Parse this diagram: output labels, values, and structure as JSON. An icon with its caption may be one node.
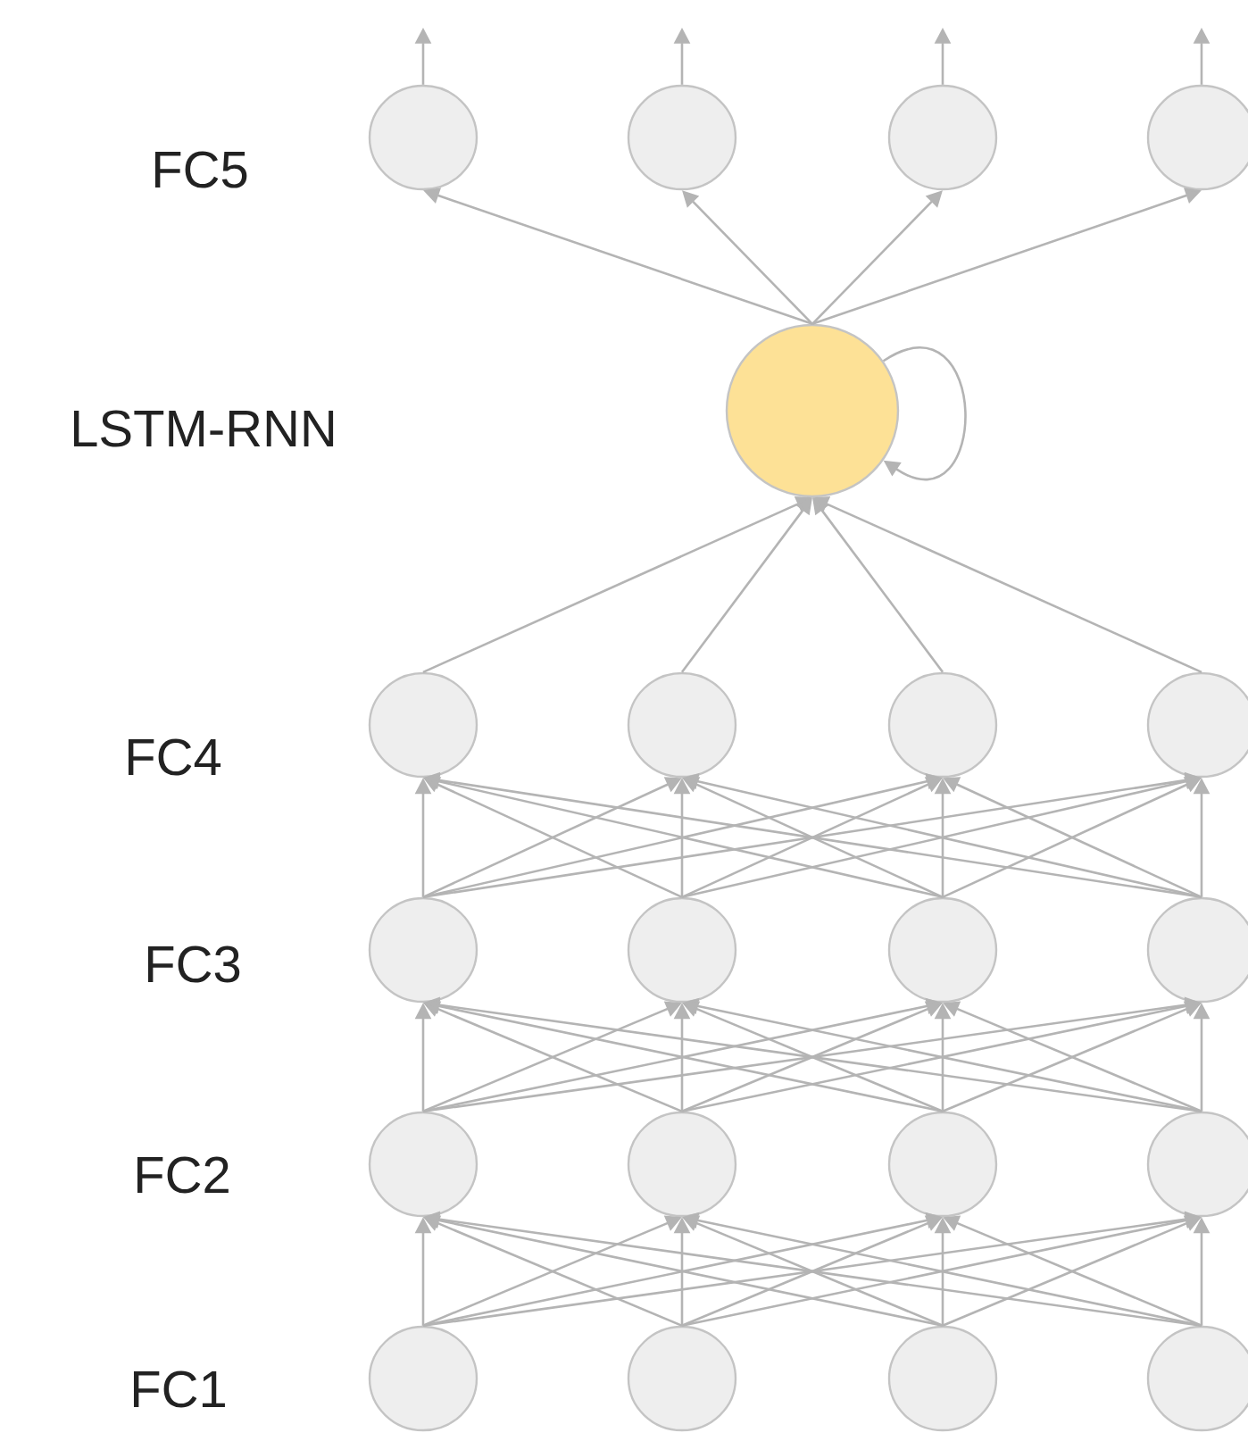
{
  "diagram": {
    "nodes": [
      {
        "text": [],
        "shape": "circle"
      },
      {
        "text": [],
        "shape": "circle"
      },
      {
        "text": [],
        "shape": "circle"
      },
      {
        "text": [],
        "shape": "circle"
      },
      {
        "text": [],
        "shape": "circle"
      },
      {
        "text": [],
        "shape": "circle"
      },
      {
        "text": [],
        "shape": "circle"
      },
      {
        "text": [],
        "shape": "circle"
      },
      {
        "text": [],
        "shape": "circle"
      },
      {
        "text": [],
        "shape": "circle"
      },
      {
        "text": [],
        "shape": "circle"
      },
      {
        "text": [],
        "shape": "circle"
      },
      {
        "text": [],
        "shape": "circle"
      },
      {
        "text": [],
        "shape": "circle"
      },
      {
        "text": [],
        "shape": "circle"
      },
      {
        "text": [],
        "shape": "circle"
      },
      {
        "text": [],
        "shape": "circle"
      },
      {
        "text": [],
        "shape": "circle"
      },
      {
        "text": [],
        "shape": "circle"
      },
      {
        "text": [],
        "shape": "circle"
      },
      {
        "text": [],
        "shape": "circle"
      }
    ],
    "edges": [
      {
        "from": 17,
        "to": 13,
        "arrow": "to"
      },
      {
        "from": 17,
        "to": 14,
        "arrow": "to"
      },
      {
        "from": 17,
        "to": 15,
        "arrow": "to"
      },
      {
        "from": 17,
        "to": 16,
        "arrow": "to"
      },
      {
        "from": 18,
        "to": 13,
        "arrow": "to"
      },
      {
        "from": 18,
        "to": 14,
        "arrow": "to"
      },
      {
        "from": 18,
        "to": 15,
        "arrow": "to"
      },
      {
        "from": 18,
        "to": 16,
        "arrow": "to"
      },
      {
        "from": 19,
        "to": 13,
        "arrow": "to"
      },
      {
        "from": 19,
        "to": 14,
        "arrow": "to"
      },
      {
        "from": 19,
        "to": 15,
        "arrow": "to"
      },
      {
        "from": 19,
        "to": 16,
        "arrow": "to"
      },
      {
        "from": 20,
        "to": 13,
        "arrow": "to"
      },
      {
        "from": 20,
        "to": 14,
        "arrow": "to"
      },
      {
        "from": 20,
        "to": 15,
        "arrow": "to"
      },
      {
        "from": 20,
        "to": 16,
        "arrow": "to"
      },
      {
        "from": 13,
        "to": 9,
        "arrow": "to"
      },
      {
        "from": 13,
        "to": 10,
        "arrow": "to"
      },
      {
        "from": 13,
        "to": 11,
        "arrow": "to"
      },
      {
        "from": 13,
        "to": 12,
        "arrow": "to"
      },
      {
        "from": 14,
        "to": 9,
        "arrow": "to"
      },
      {
        "from": 14,
        "to": 10,
        "arrow": "to"
      },
      {
        "from": 14,
        "to": 11,
        "arrow": "to"
      },
      {
        "from": 14,
        "to": 12,
        "arrow": "to"
      },
      {
        "from": 15,
        "to": 9,
        "arrow": "to"
      },
      {
        "from": 15,
        "to": 10,
        "arrow": "to"
      },
      {
        "from": 15,
        "to": 11,
        "arrow": "to"
      },
      {
        "from": 15,
        "to": 12,
        "arrow": "to"
      },
      {
        "from": 16,
        "to": 9,
        "arrow": "to"
      },
      {
        "from": 16,
        "to": 10,
        "arrow": "to"
      },
      {
        "from": 16,
        "to": 11,
        "arrow": "to"
      },
      {
        "from": 16,
        "to": 12,
        "arrow": "to"
      },
      {
        "from": 9,
        "to": 5,
        "arrow": "to"
      },
      {
        "from": 9,
        "to": 6,
        "arrow": "to"
      },
      {
        "from": 9,
        "to": 7,
        "arrow": "to"
      },
      {
        "from": 9,
        "to": 8,
        "arrow": "to"
      },
      {
        "from": 10,
        "to": 5,
        "arrow": "to"
      },
      {
        "from": 10,
        "to": 6,
        "arrow": "to"
      },
      {
        "from": 10,
        "to": 7,
        "arrow": "to"
      },
      {
        "from": 10,
        "to": 8,
        "arrow": "to"
      },
      {
        "from": 11,
        "to": 5,
        "arrow": "to"
      },
      {
        "from": 11,
        "to": 6,
        "arrow": "to"
      },
      {
        "from": 11,
        "to": 7,
        "arrow": "to"
      },
      {
        "from": 11,
        "to": 8,
        "arrow": "to"
      },
      {
        "from": 12,
        "to": 5,
        "arrow": "to"
      },
      {
        "from": 12,
        "to": 6,
        "arrow": "to"
      },
      {
        "from": 12,
        "to": 7,
        "arrow": "to"
      },
      {
        "from": 12,
        "to": 8,
        "arrow": "to"
      },
      {
        "from": 5,
        "to": 4,
        "arrow": "to"
      },
      {
        "from": 6,
        "to": 4,
        "arrow": "to"
      },
      {
        "from": 7,
        "to": 4,
        "arrow": "to"
      },
      {
        "from": 8,
        "to": 4,
        "arrow": "to"
      },
      {
        "from": 4,
        "to": 4,
        "arrow": "to"
      },
      {
        "from": 4,
        "to": 0,
        "arrow": "to"
      },
      {
        "from": 4,
        "to": 1,
        "arrow": "to"
      },
      {
        "from": 4,
        "to": 2,
        "arrow": "to"
      },
      {
        "from": 4,
        "to": 3,
        "arrow": "to"
      },
      {
        "from": 0,
        "to": null,
        "arrow": "to"
      },
      {
        "from": 1,
        "to": null,
        "arrow": "to"
      },
      {
        "from": 2,
        "to": null,
        "arrow": "to"
      },
      {
        "from": 3,
        "to": null,
        "arrow": "to"
      }
    ],
    "labels": [
      "FC5",
      "LSTM-RNN",
      "FC4",
      "FC3",
      "FC2",
      "FC1"
    ]
  }
}
